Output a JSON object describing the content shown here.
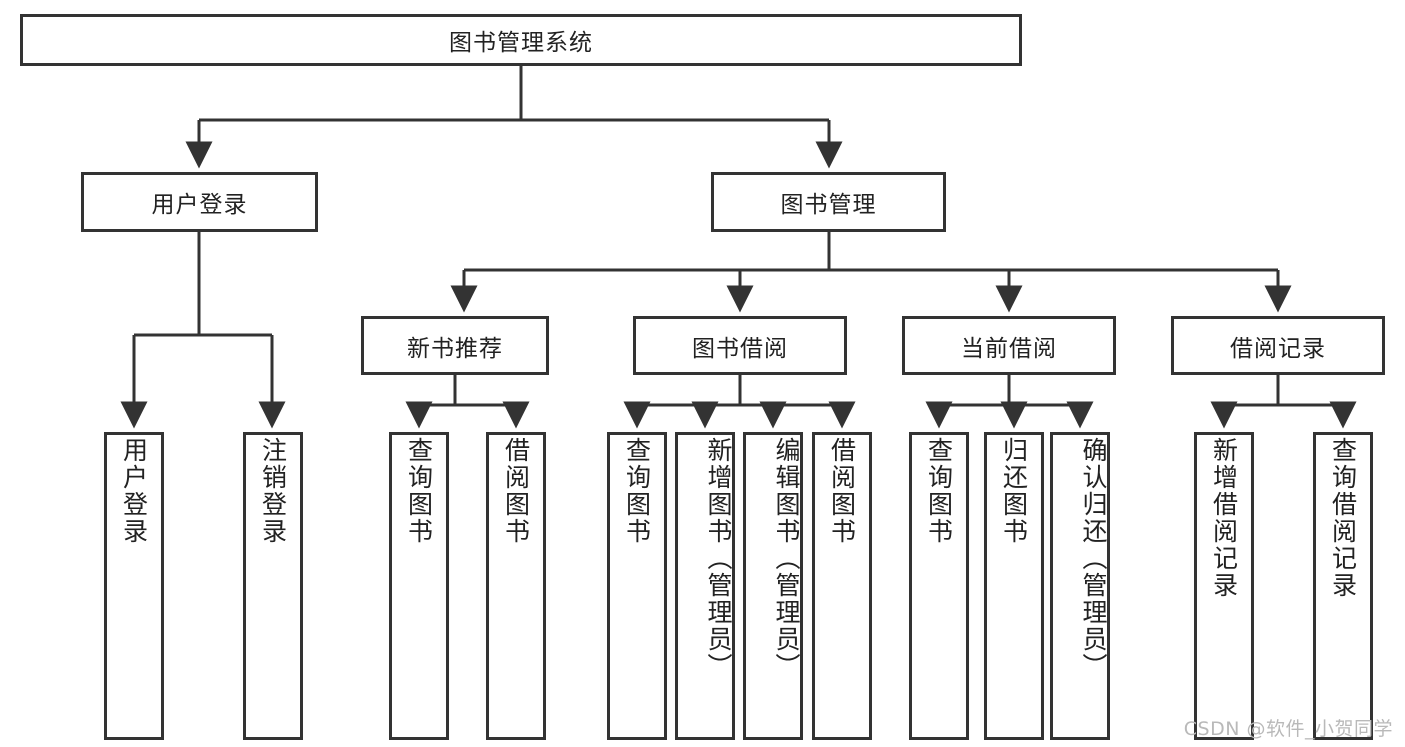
{
  "diagram": {
    "type": "tree-hierarchy",
    "root": {
      "id": "root",
      "label": "图书管理系统"
    },
    "level1": [
      {
        "id": "user-login",
        "label": "用户登录"
      },
      {
        "id": "book-manage",
        "label": "图书管理"
      }
    ],
    "level2": [
      {
        "id": "new-book-recommend",
        "label": "新书推荐",
        "parent": "book-manage"
      },
      {
        "id": "book-borrow",
        "label": "图书借阅",
        "parent": "book-manage"
      },
      {
        "id": "current-borrow",
        "label": "当前借阅",
        "parent": "book-manage"
      },
      {
        "id": "borrow-record",
        "label": "借阅记录",
        "parent": "book-manage"
      }
    ],
    "leaves": [
      {
        "id": "leaf-user-login",
        "label": "用户登录",
        "parent": "user-login"
      },
      {
        "id": "leaf-logout",
        "label": "注销登录",
        "parent": "user-login"
      },
      {
        "id": "leaf-query-book-1",
        "label": "查询图书",
        "parent": "new-book-recommend"
      },
      {
        "id": "leaf-borrow-book-1",
        "label": "借阅图书",
        "parent": "new-book-recommend"
      },
      {
        "id": "leaf-query-book-2",
        "label": "查询图书",
        "parent": "book-borrow"
      },
      {
        "id": "leaf-add-book",
        "label": "新增图书（管理员）",
        "parent": "book-borrow"
      },
      {
        "id": "leaf-edit-book",
        "label": "编辑图书（管理员）",
        "parent": "book-borrow"
      },
      {
        "id": "leaf-borrow-book-2",
        "label": "借阅图书",
        "parent": "book-borrow"
      },
      {
        "id": "leaf-query-book-3",
        "label": "查询图书",
        "parent": "current-borrow"
      },
      {
        "id": "leaf-return-book",
        "label": "归还图书",
        "parent": "current-borrow"
      },
      {
        "id": "leaf-confirm-return",
        "label": "确认归还（管理员）",
        "parent": "current-borrow"
      },
      {
        "id": "leaf-add-record",
        "label": "新增借阅记录",
        "parent": "borrow-record"
      },
      {
        "id": "leaf-query-record",
        "label": "查询借阅记录",
        "parent": "borrow-record"
      }
    ]
  },
  "watermark": {
    "text": "CSDN @软件_小贺同学"
  },
  "colors": {
    "stroke": "#333333",
    "fill": "#ffffff",
    "text": "#222222",
    "watermark": "#b9b9b9"
  }
}
